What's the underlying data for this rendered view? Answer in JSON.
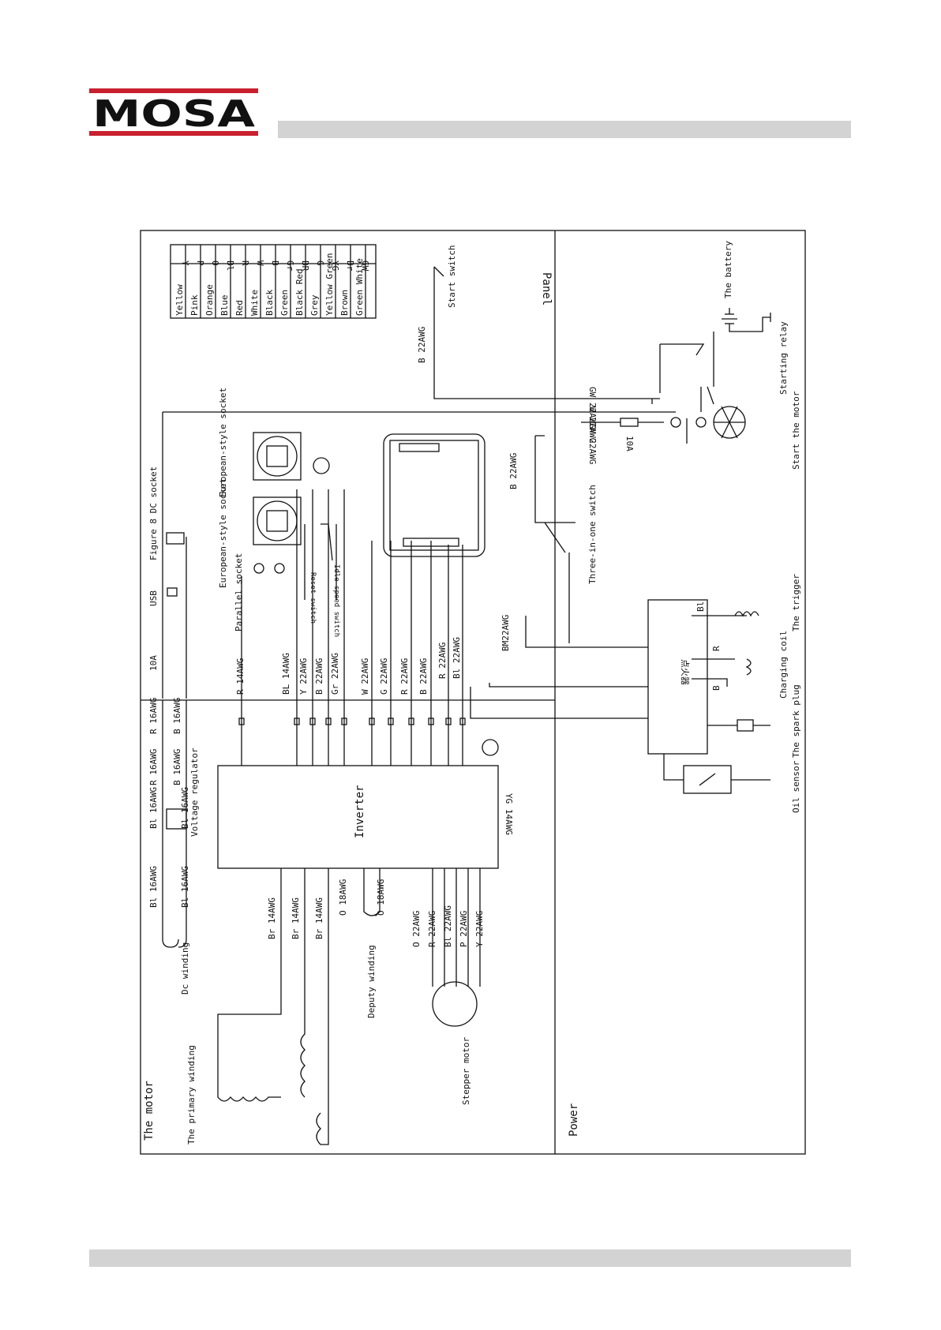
{
  "brand": {
    "name": "MOSA",
    "color": "#c8202f"
  },
  "colors": {
    "bar": "#d3d3d3",
    "line": "#111111"
  },
  "sections": {
    "motor": "The motor",
    "panel": "Panel",
    "power": "Power"
  },
  "legend": [
    {
      "name": "Yellow",
      "code": "Y"
    },
    {
      "name": "Pink",
      "code": "P"
    },
    {
      "name": "Orange",
      "code": "O"
    },
    {
      "name": "Blue",
      "code": "Bl"
    },
    {
      "name": "Red",
      "code": "R"
    },
    {
      "name": "White",
      "code": "W"
    },
    {
      "name": "Black",
      "code": "B"
    },
    {
      "name": "Green",
      "code": "Gr"
    },
    {
      "name": "Black Red",
      "code": "BR"
    },
    {
      "name": "Grey",
      "code": "G"
    },
    {
      "name": "Yellow Green",
      "code": "YG"
    },
    {
      "name": "Brown",
      "code": "Br"
    },
    {
      "name": "Green White",
      "code": "GW"
    }
  ],
  "components": {
    "start_switch": "Start switch",
    "battery": "The battery",
    "starting_relay": "Starting relay",
    "start_motor": "Start the motor",
    "three_in_one": "Three-in-one switch",
    "trigger": "The trigger",
    "charging_coil": "Charging coil",
    "spark_plug": "The spark plug",
    "oil_sensor": "Oil sensor",
    "igniter": "点火器",
    "dc_socket": "Figure 8 DC socket",
    "usb": "USB",
    "fuse_10a": "10A",
    "euro_socket": "European-style socket",
    "parallel_socket": "Parallel socket",
    "reset_switch": "Reset switch",
    "idle_switch": "Idle speed switch",
    "inverter": "Inverter",
    "voltage_regulator": "Voltage regulator",
    "dc_winding": "Dc winding",
    "primary_winding": "The primary winding",
    "deputy_winding": "Deputy winding",
    "stepper_motor": "Stepper motor"
  },
  "wires": {
    "b22": "B 22AWG",
    "gw22": "GW 22AWG",
    "w22": "W 22AWG",
    "fuse10a": "10A",
    "bm22": "BM22AWG",
    "bl": "Bl",
    "r": "R",
    "b": "B",
    "r16": "R 16AWG",
    "b16": "B 16AWG",
    "bl16": "Bl 16AWG",
    "r14": "R 14AWG",
    "bl14": "BL 14AWG",
    "y22": "Y 22AWG",
    "b22b": "B 22AWG",
    "gr22": "Gr 22AWG",
    "w22b": "W 22AWG",
    "g22": "G 22AWG",
    "r22": "R 22AWG",
    "b22c": "B 22AWG",
    "r22b": "R 22AWG",
    "bl22": "Bl 22AWG",
    "yg14": "YG 14AWG",
    "br14": "Br 14AWG",
    "o18": "O 18AWG",
    "o22": "O 22AWG",
    "p22": "P 22AWG",
    "y22b": "Y 22AWG",
    "r22c": "R 22AWG",
    "bl22b": "Bl 22AWG"
  }
}
